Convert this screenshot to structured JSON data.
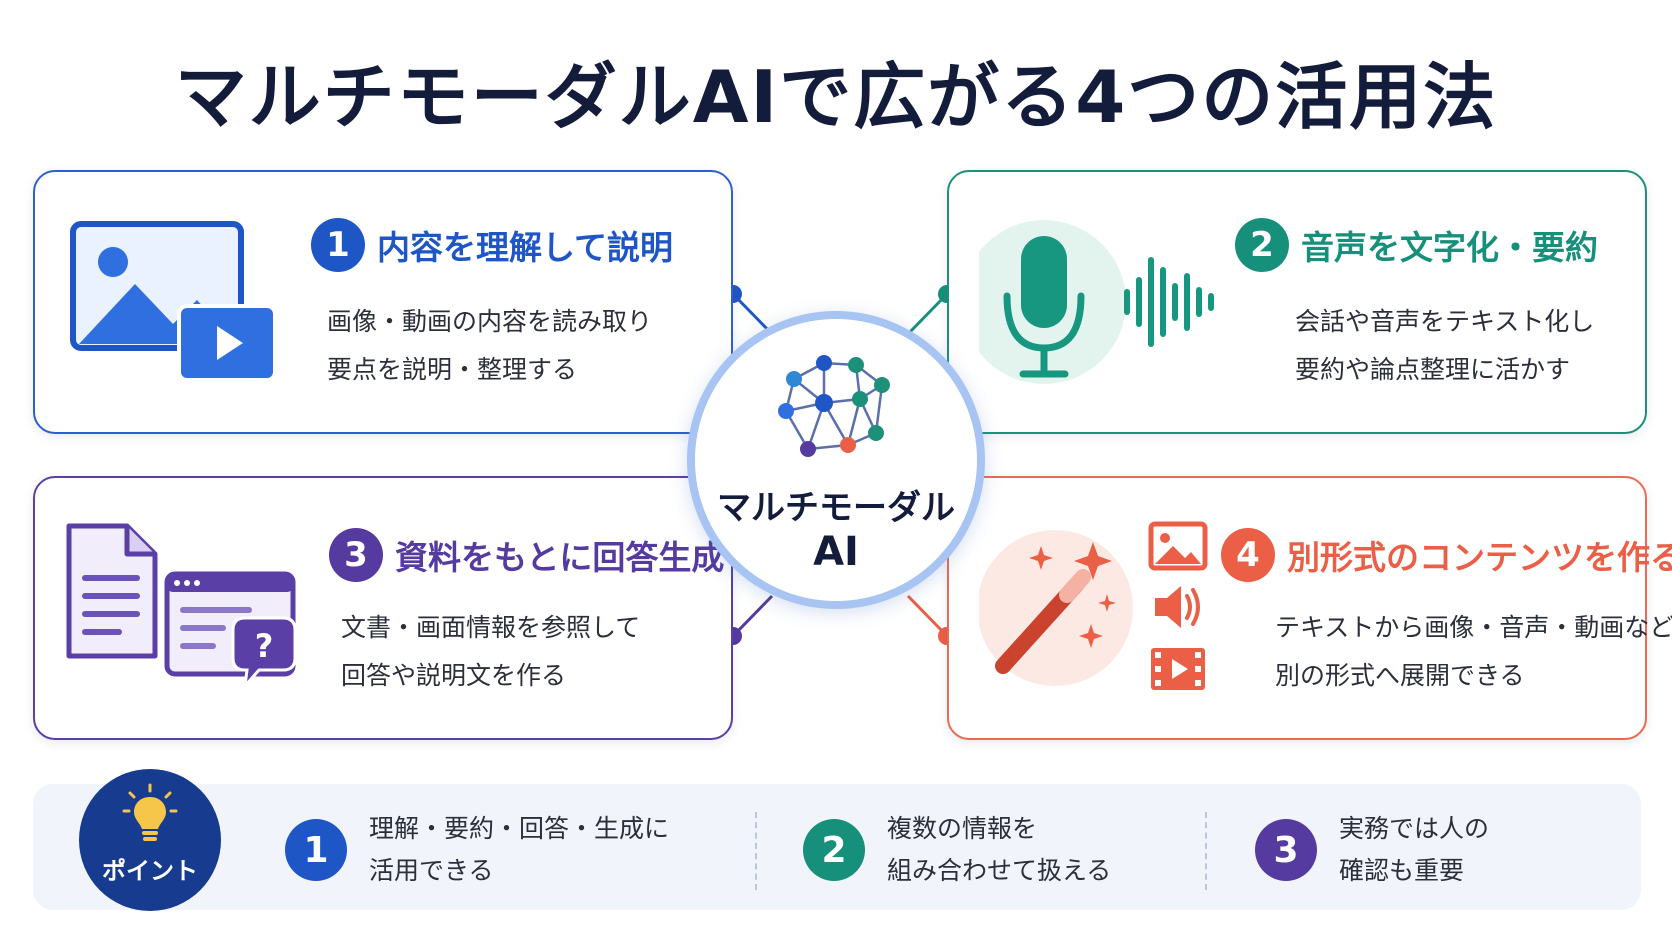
{
  "title": "マルチモーダルAIで広がる4つの活用法",
  "center": {
    "line1": "マルチモーダル",
    "line2": "AI",
    "icon": "brain-network-icon"
  },
  "cards": [
    {
      "number": "1",
      "title": "内容を理解して説明",
      "lines": [
        "画像・動画の内容を読み取り",
        "要点を説明・整理する"
      ],
      "icon": "image-video-icon",
      "color": "#1f56c6"
    },
    {
      "number": "2",
      "title": "音声を文字化・要約",
      "lines": [
        "会話や音声をテキスト化し",
        "要約や論点整理に活かす"
      ],
      "icon": "microphone-waveform-icon",
      "color": "#16907a"
    },
    {
      "number": "3",
      "title": "資料をもとに回答生成",
      "lines": [
        "文書・画面情報を参照して",
        "回答や説明文を作る"
      ],
      "icon": "document-question-icon",
      "color": "#553a9f"
    },
    {
      "number": "4",
      "title": "別形式のコンテンツを作る",
      "lines": [
        "テキストから画像・音声・動画など",
        "別の形式へ展開できる"
      ],
      "icon": "magic-wand-media-icon",
      "color": "#ec5f47"
    }
  ],
  "points": {
    "badge": "ポイント",
    "items": [
      {
        "number": "1",
        "lines": [
          "理解・要約・回答・生成に",
          "活用できる"
        ]
      },
      {
        "number": "2",
        "lines": [
          "複数の情報を",
          "組み合わせて扱える"
        ]
      },
      {
        "number": "3",
        "lines": [
          "実務では人の",
          "確認も重要"
        ]
      }
    ]
  }
}
